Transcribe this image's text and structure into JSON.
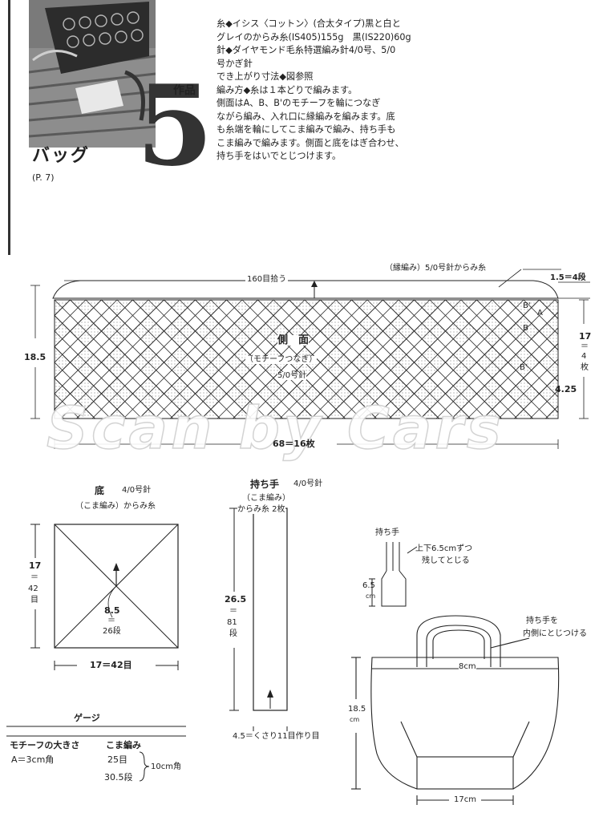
{
  "photo": {
    "caption": ""
  },
  "header": {
    "number": "5",
    "sakuhin": "作品",
    "title": "バッグ",
    "page_ref": "(P. 7)"
  },
  "notes": {
    "lines": [
      "糸◆イシス〈コットン〉(合太タイプ)黒と白と",
      "グレイのからみ糸(IS405)155g　黒(IS220)60g",
      "針◆ダイヤモンド毛糸特選編み針4/0号、5/0",
      "号かぎ針",
      "でき上がり寸法◆図参照",
      "編み方◆糸は１本どりで編みます。",
      "側面はA、B、B'のモチーフを輪につなぎ",
      "ながら編み、入れ口に縁編みを編みます。底",
      "も糸端を輪にしてこま編みで編み、持ち手も",
      "こま編みで編みます。側面と底をはぎ合わせ、",
      "持ち手をはいでとじつけます。"
    ]
  },
  "side": {
    "stitches": "160目拾う",
    "border": "（縁編み）5/0号針からみ糸",
    "border_rows": "1.5＝4段",
    "title": "側　面",
    "subtitle": "（モチーフつなぎ）",
    "needle": "5/0号針",
    "height": "18.5",
    "right_height": "17",
    "right_eq": "＝",
    "right_count": "4",
    "right_unit": "枚",
    "motif_size": "4.25",
    "width": "68＝16枚",
    "label_b1": "B'",
    "label_a": "A",
    "label_b": "B",
    "label_b2": "B'"
  },
  "bottom": {
    "title": "底",
    "needle": "4/0号針",
    "method": "（こま編み）からみ糸",
    "height": "17",
    "height_eq": "＝",
    "height_rows": "42",
    "height_unit": "目",
    "center": "8.5",
    "center_eq": "＝",
    "center_rows": "26段",
    "width": "17＝42目"
  },
  "handle": {
    "title": "持ち手",
    "needle": "4/0号針",
    "method": "（こま編み）",
    "yarn": "からみ糸 2枚",
    "length": "26.5",
    "length_eq": "＝",
    "length_rows": "81",
    "length_unit": "段",
    "width": "4.5＝くさり11目作り目"
  },
  "assembly": {
    "handle_label": "持ち手",
    "note1": "上下6.5cmずつ",
    "note2": "残してとじる",
    "len": "6.5",
    "len_unit": "cm",
    "attach1": "持ち手を",
    "attach2": "内側にとじつける",
    "gap": "8cm",
    "height": "18.5",
    "height_unit": "cm",
    "bottom_width": "17cm"
  },
  "gauge": {
    "title": "ゲージ",
    "motif_label": "モチーフの大きさ",
    "motif_value": "A＝3cm角",
    "sc_label": "こま編み",
    "sc_stitches": "25目",
    "sc_rows": "30.5段",
    "sc_size": "10cm角"
  },
  "watermark": "Scan by Cars",
  "colors": {
    "ink": "#222222",
    "dots": "#9a9a9a",
    "photo": "#6a6a6a"
  }
}
